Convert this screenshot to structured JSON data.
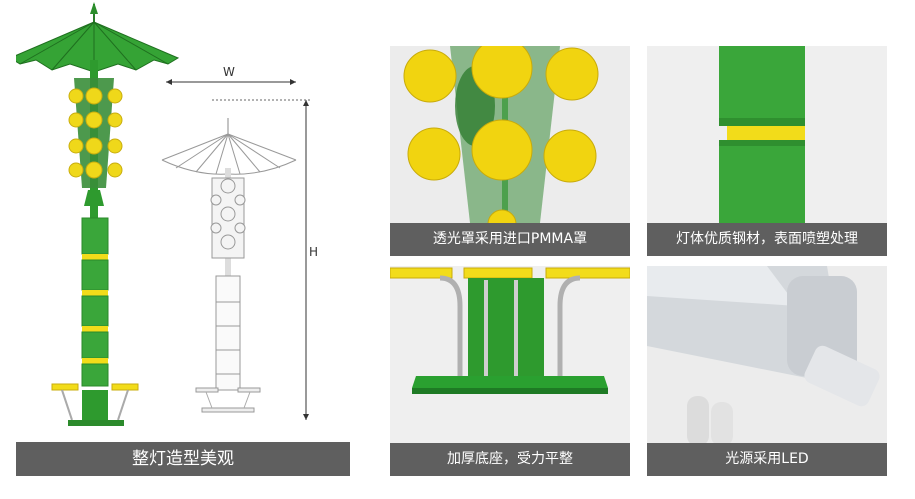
{
  "main": {
    "caption": "整灯造型美观",
    "dimension_width_label": "W",
    "dimension_height_label": "H"
  },
  "thumbnails": [
    {
      "caption": "透光罩采用进口PMMA罩"
    },
    {
      "caption": "灯体优质钢材，表面喷塑处理"
    },
    {
      "caption": "加厚底座，受力平整"
    },
    {
      "caption": "光源采用LED"
    }
  ],
  "colors": {
    "green": "#3aa63a",
    "dark_green": "#1e7a2a",
    "yellow": "#f2dc1a",
    "caption_bg": "#5f5f5f"
  }
}
